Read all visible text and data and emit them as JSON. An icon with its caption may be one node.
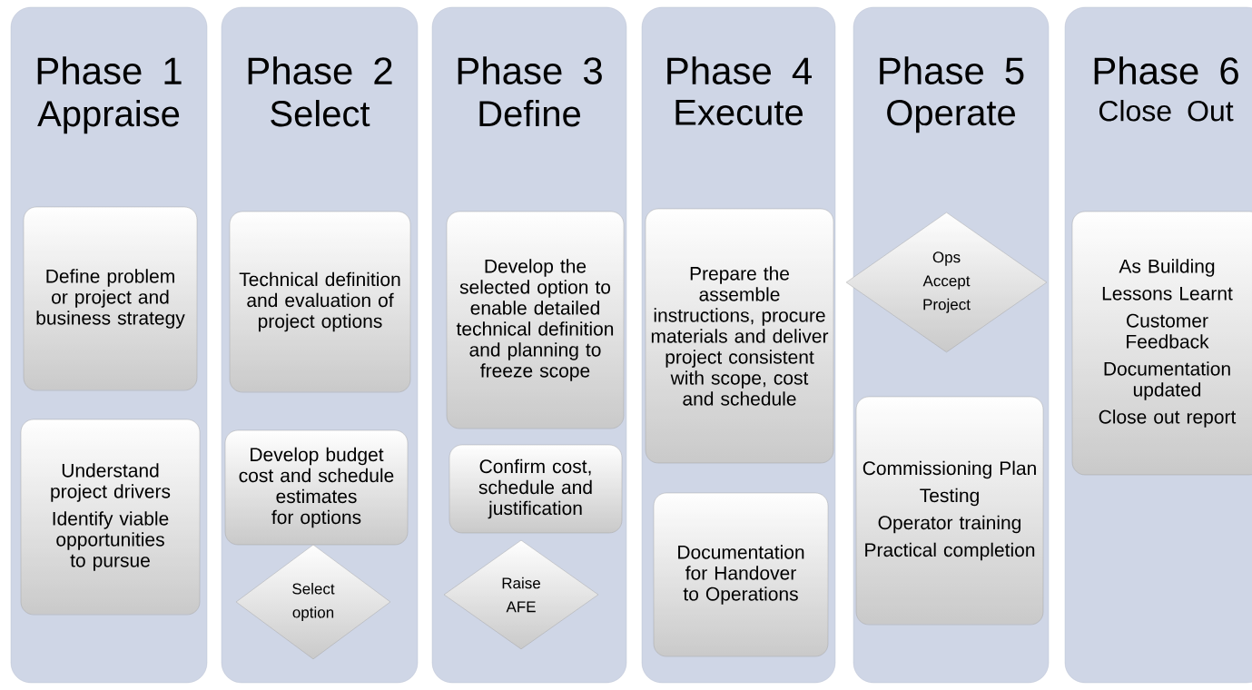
{
  "diagram": {
    "nodes": [
      {
        "text": [
          "Phase 1",
          "Appraise"
        ]
      },
      {
        "text": [
          "Define problem or project and business strategy"
        ],
        "in": 0
      },
      {
        "text": [
          "Understand project drivers",
          "Identify viable opportunities to pursue"
        ],
        "in": 0
      },
      {
        "text": [
          "Phase 2",
          "Select"
        ]
      },
      {
        "text": [
          "Technical definition and evaluation of project options"
        ],
        "in": 3
      },
      {
        "text": [
          "Develop budget cost and schedule estimates for options"
        ],
        "in": 3
      },
      {
        "text": [
          "Select option"
        ],
        "in": 3
      },
      {
        "text": [
          "Phase 3",
          "Define"
        ]
      },
      {
        "text": [
          "Develop the selected option to enable detailed technical definition and planning to freeze scope"
        ],
        "in": 7
      },
      {
        "text": [
          "Confirm cost, schedule and justification"
        ],
        "in": 7
      },
      {
        "text": [
          "Raise AFE"
        ],
        "in": 7
      },
      {
        "text": [
          "Phase 4",
          "Execute"
        ]
      },
      {
        "text": [
          "Prepare the assemble instructions, procure materials and deliver project consistent with scope, cost and schedule"
        ],
        "in": 11
      },
      {
        "text": [
          "Documentation for Handover to Operations"
        ],
        "in": 11
      },
      {
        "text": [
          "Phase 5",
          "Operate"
        ]
      },
      {
        "text": [
          "Ops Accept Project"
        ],
        "in": 14
      },
      {
        "text": [
          "Commissioning Plan",
          "Testing",
          "Operator training",
          "Practical completion"
        ],
        "in": 14
      },
      {
        "text": [
          "Phase 6",
          "Close Out"
        ]
      },
      {
        "text": [
          "As Building",
          "Lessons Learnt",
          "Customer Feedback",
          "Documentation updated",
          "Close out report"
        ],
        "in": 17
      }
    ]
  }
}
